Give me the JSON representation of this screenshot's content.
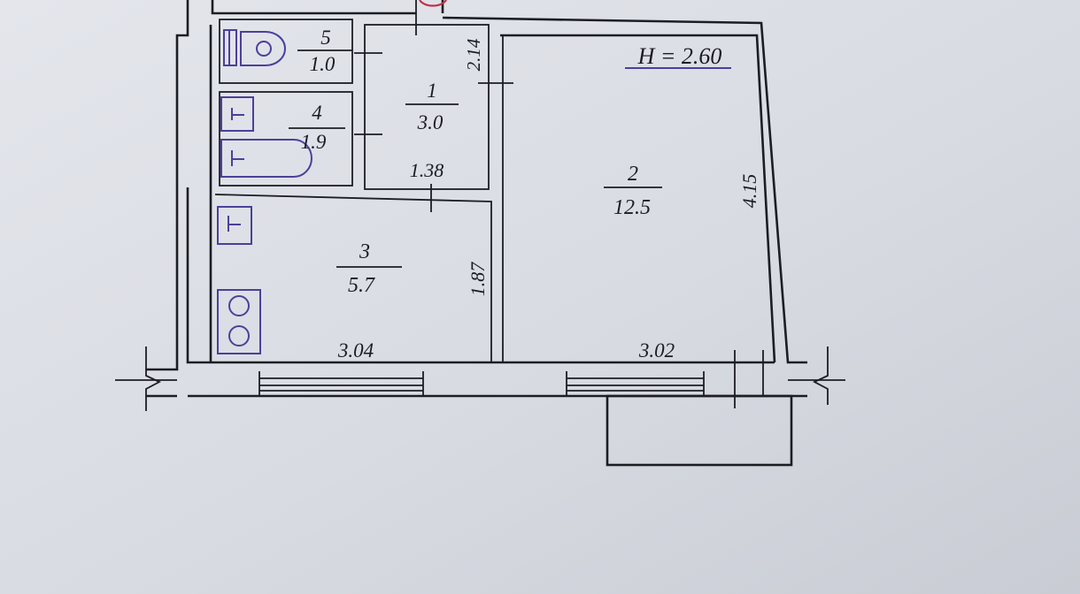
{
  "height_label": "H = 2.60",
  "rooms": [
    {
      "id": "5",
      "area": "1.0"
    },
    {
      "id": "4",
      "area": "1.9"
    },
    {
      "id": "1",
      "area": "3.0"
    },
    {
      "id": "2",
      "area": "12.5"
    },
    {
      "id": "3",
      "area": "5.7"
    }
  ],
  "dimensions": {
    "corridor_width": "2.14",
    "corridor_length": "1.38",
    "room2_depth": "4.15",
    "room3_depth": "1.87",
    "room3_width": "3.04",
    "room2_width": "3.02"
  },
  "colors": {
    "paper": "#d9dce3",
    "lines": "#1d1d24",
    "fixtures": "#4d3f9a"
  },
  "fixtures": [
    "toilet-icon",
    "sink-icon",
    "bathtub-icon",
    "kitchen-sink-icon",
    "stove-icon"
  ]
}
